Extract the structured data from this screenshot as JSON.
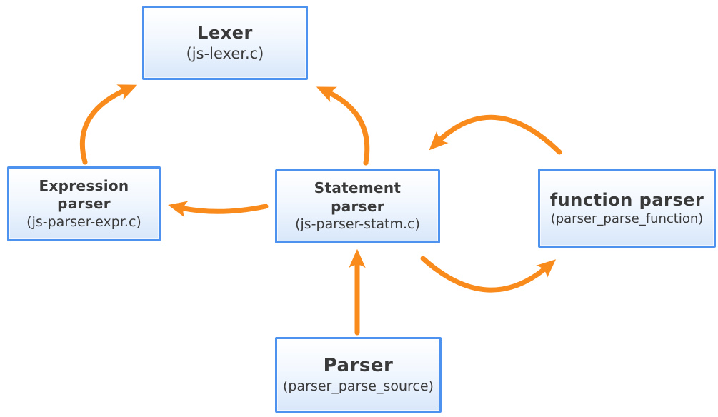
{
  "diagram": {
    "description": "Parser module call-flow diagram",
    "colors": {
      "background": "#FFFFFF",
      "arrow": "#F98B1C",
      "box_border": "#4E92F0",
      "box_fill_top": "#FFFFFF",
      "box_fill_bottom": "#D8E7FA",
      "text": "#3A3A3A"
    },
    "nodes": {
      "lexer": {
        "title": "Lexer",
        "subtitle": "(js-lexer.c)"
      },
      "expression_parser": {
        "title_line1": "Expression",
        "title_line2": "parser",
        "subtitle": "(js-parser-expr.c)"
      },
      "statement_parser": {
        "title_line1": "Statement",
        "title_line2": "parser",
        "subtitle": "(js-parser-statm.c)"
      },
      "function_parser": {
        "title": "function parser",
        "subtitle": "(parser_parse_function)"
      },
      "parser": {
        "title": "Parser",
        "subtitle": "(parser_parse_source)"
      }
    },
    "edges": [
      {
        "from": "expression_parser",
        "to": "lexer",
        "style": "curved"
      },
      {
        "from": "statement_parser",
        "to": "lexer",
        "style": "curved"
      },
      {
        "from": "statement_parser",
        "to": "expression_parser",
        "style": "curved"
      },
      {
        "from": "parser",
        "to": "statement_parser",
        "style": "straight"
      },
      {
        "from": "function_parser",
        "to": "statement_parser",
        "style": "arc-over-top"
      },
      {
        "from": "statement_parser",
        "to": "function_parser",
        "style": "arc-under-bottom"
      }
    ]
  }
}
